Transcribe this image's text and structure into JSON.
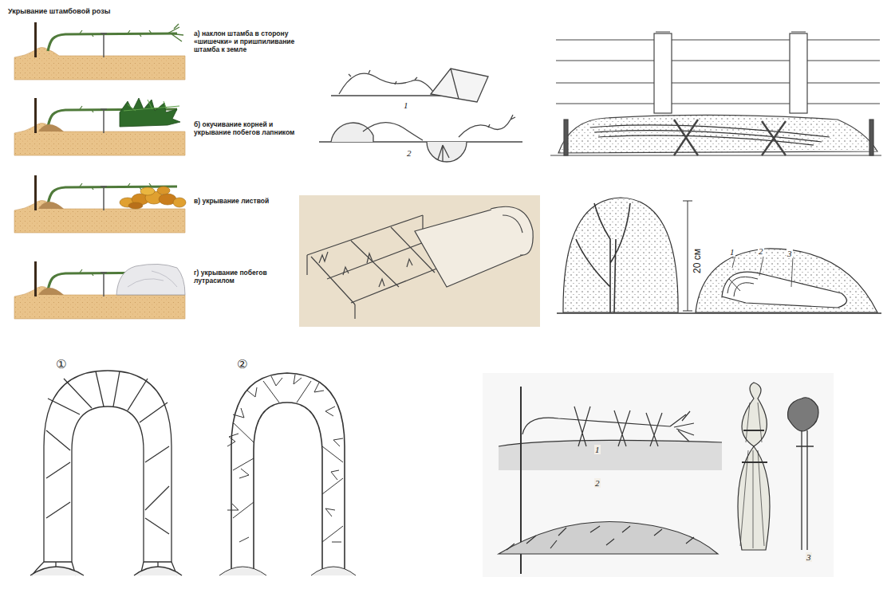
{
  "diagram": {
    "title": "Укрывание штамбовой розы",
    "labels": [
      "а) наклон штамба в сторону «шишечки» и пришпиливание штамба к земле",
      "б) окучивание корней и укрывание побегов лапником",
      "в) укрывание листвой",
      "г) укрывание побегов лутрасилом",
      "1",
      "2",
      "20 см",
      "1",
      "2",
      "3",
      "①",
      "②",
      "1",
      "2",
      "3"
    ]
  }
}
